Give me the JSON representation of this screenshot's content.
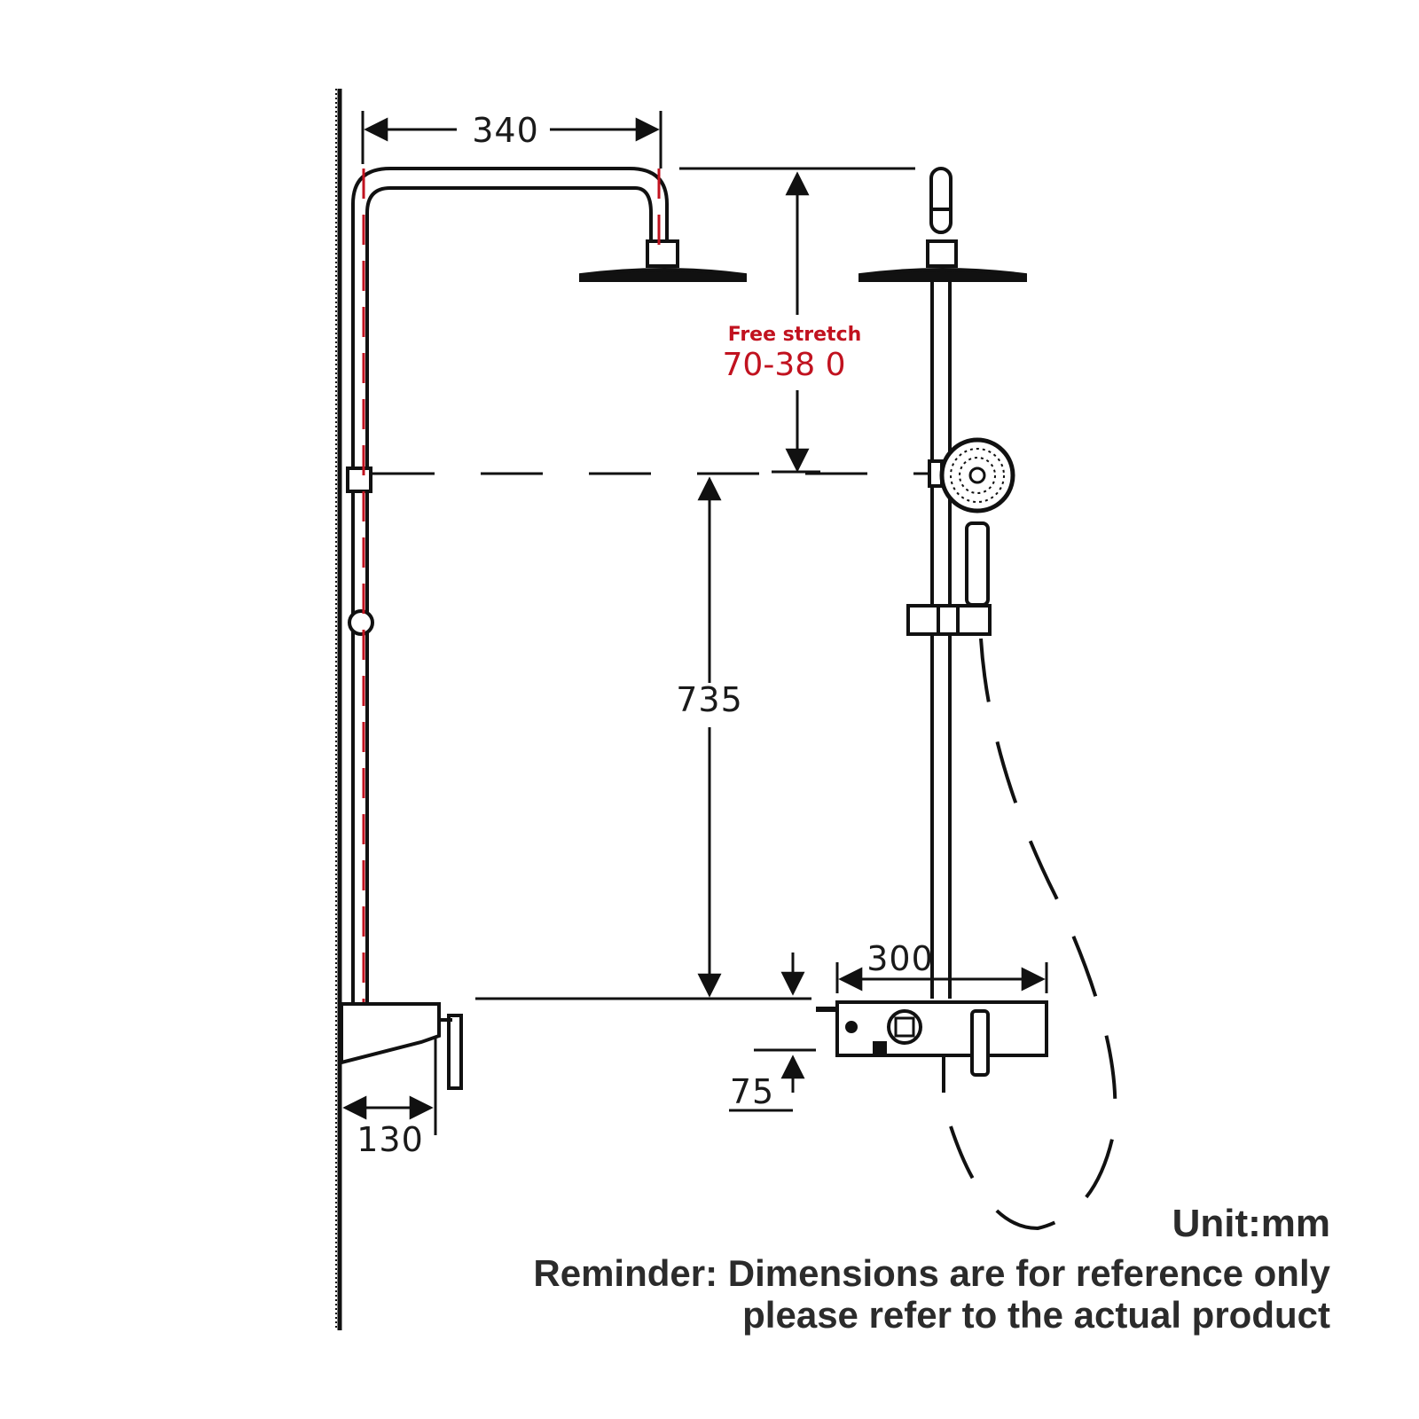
{
  "dimensions": {
    "arm_width": "340",
    "column_length": "735",
    "mixer_width": "300",
    "mixer_height": "75",
    "wall_offset": "130"
  },
  "free_stretch": {
    "label": "Free stretch",
    "range": "70-38 0"
  },
  "notes": {
    "unit": "Unit:mm",
    "reminder_line1": "Reminder: Dimensions are for reference only",
    "reminder_line2": "please refer to the actual product"
  },
  "colors": {
    "line": "#111111",
    "accent_red": "#c1121f",
    "text": "#2b2b2b"
  }
}
